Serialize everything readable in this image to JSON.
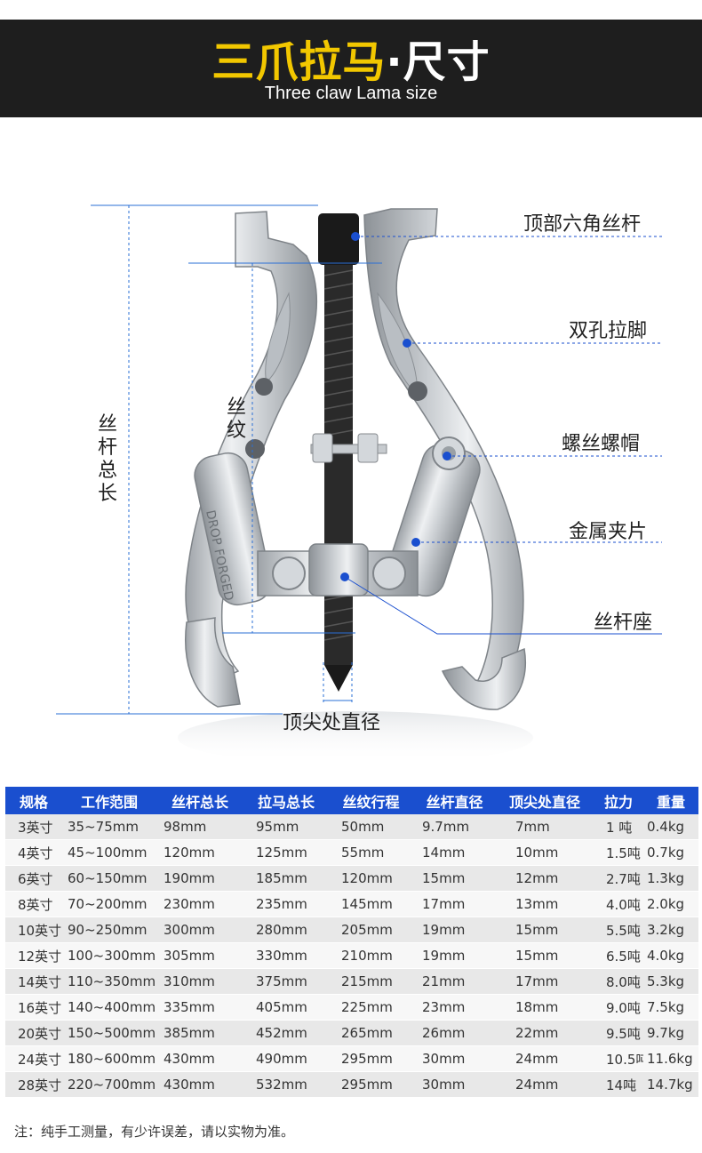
{
  "banner": {
    "title_part1": "三爪拉马",
    "title_part2": "·尺寸",
    "subtitle": "Three claw Lama size"
  },
  "diagram": {
    "callouts": {
      "top_hex_screw": "顶部六角丝杆",
      "double_hole_leg": "双孔拉脚",
      "screw_nut": "螺丝螺帽",
      "metal_clip": "金属夹片",
      "screw_seat": "丝杆座",
      "tip_diameter": "顶尖处直径",
      "thread": "丝纹",
      "screw_total_length": "丝杆总长"
    },
    "forged_text": "DROP FORGED"
  },
  "table": {
    "headers": [
      "规格",
      "工作范围",
      "丝杆总长",
      "拉马总长",
      "丝纹行程",
      "丝杆直径",
      "顶尖处直径",
      "拉力",
      "重量"
    ],
    "rows": [
      [
        "3英寸",
        "35~75mm",
        "98mm",
        "95mm",
        "50mm",
        "9.7mm",
        "7mm",
        "1 吨",
        "0.4kg"
      ],
      [
        "4英寸",
        "45~100mm",
        "120mm",
        "125mm",
        "55mm",
        "14mm",
        "10mm",
        "1.5吨",
        "0.7kg"
      ],
      [
        "6英寸",
        "60~150mm",
        "190mm",
        "185mm",
        "120mm",
        "15mm",
        "12mm",
        "2.7吨",
        "1.3kg"
      ],
      [
        "8英寸",
        "70~200mm",
        "230mm",
        "235mm",
        "145mm",
        "17mm",
        "13mm",
        "4.0吨",
        "2.0kg"
      ],
      [
        "10英寸",
        "90~250mm",
        "300mm",
        "280mm",
        "205mm",
        "19mm",
        "15mm",
        "5.5吨",
        "3.2kg"
      ],
      [
        "12英寸",
        "100~300mm",
        "305mm",
        "330mm",
        "210mm",
        "19mm",
        "15mm",
        "6.5吨",
        "4.0kg"
      ],
      [
        "14英寸",
        "110~350mm",
        "310mm",
        "375mm",
        "215mm",
        "21mm",
        "17mm",
        "8.0吨",
        "5.3kg"
      ],
      [
        "16英寸",
        "140~400mm",
        "335mm",
        "405mm",
        "225mm",
        "23mm",
        "18mm",
        "9.0吨",
        "7.5kg"
      ],
      [
        "20英寸",
        "150~500mm",
        "385mm",
        "452mm",
        "265mm",
        "26mm",
        "22mm",
        "9.5吨",
        "9.7kg"
      ],
      [
        "24英寸",
        "180~600mm",
        "430mm",
        "490mm",
        "295mm",
        "30mm",
        "24mm",
        "10.5吨",
        "11.6kg"
      ],
      [
        "28英寸",
        "220~700mm",
        "430mm",
        "532mm",
        "295mm",
        "30mm",
        "24mm",
        "14吨",
        "14.7kg"
      ]
    ]
  },
  "note": "注：纯手工测量，有少许误差，请以实物为准。",
  "colors": {
    "banner_bg": "#1e1e1e",
    "title_yellow": "#f2c700",
    "header_blue": "#1a4fcf",
    "callout_blue": "#1a4fcf",
    "dim_line_blue": "#2a6fd6"
  }
}
